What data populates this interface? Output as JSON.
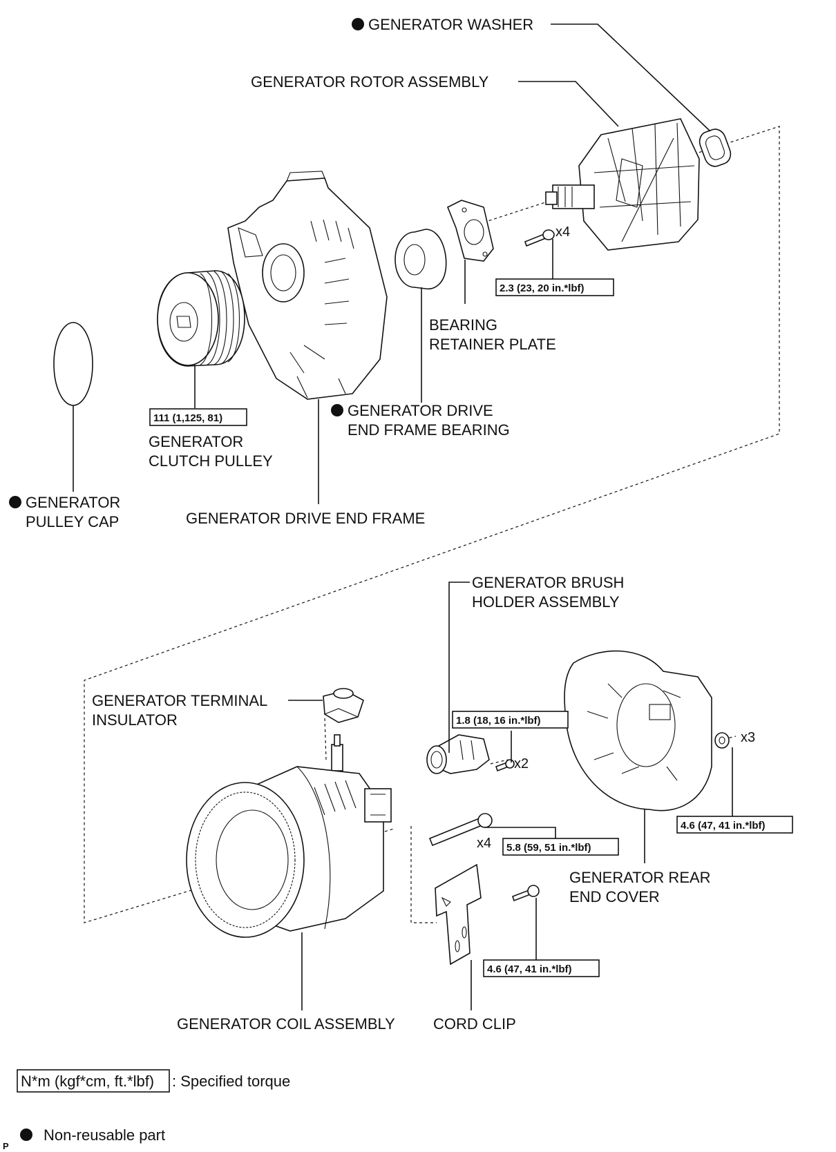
{
  "labels": {
    "generator_washer": "GENERATOR WASHER",
    "rotor_assembly": "GENERATOR ROTOR ASSEMBLY",
    "bearing_retainer_line1": "BEARING",
    "bearing_retainer_line2": "RETAINER PLATE",
    "drive_end_bearing_line1": "GENERATOR DRIVE",
    "drive_end_bearing_line2": "END FRAME BEARING",
    "clutch_pulley_line1": "GENERATOR",
    "clutch_pulley_line2": "CLUTCH PULLEY",
    "pulley_cap_line1": "GENERATOR",
    "pulley_cap_line2": "PULLEY CAP",
    "drive_end_frame": "GENERATOR DRIVE END FRAME",
    "brush_holder_line1": "GENERATOR BRUSH",
    "brush_holder_line2": "HOLDER ASSEMBLY",
    "terminal_insulator_line1": "GENERATOR TERMINAL",
    "terminal_insulator_line2": "INSULATOR",
    "rear_end_cover_line1": "GENERATOR REAR",
    "rear_end_cover_line2": "END COVER",
    "coil_assembly": "GENERATOR COIL ASSEMBLY",
    "cord_clip": "CORD CLIP"
  },
  "torques": {
    "retainer_screws": "2.3 (23, 20 in.*lbf)",
    "clutch_pulley": "111 (1,125, 81)",
    "brush_holder_screws": "1.8 (18, 16 in.*lbf)",
    "rear_cover_nuts": "4.6 (47, 41 in.*lbf)",
    "through_bolts": "5.8 (59, 51 in.*lbf)",
    "cord_clip_bolt": "4.6 (47, 41 in.*lbf)"
  },
  "quantities": {
    "retainer_screws": "x4",
    "brush_holder_screws": "x2",
    "rear_cover_nuts": "x3",
    "through_bolts": "x4"
  },
  "legend": {
    "torque_unit": "N*m (kgf*cm, ft.*lbf)",
    "torque_desc": ": Specified torque",
    "non_reusable": "Non-reusable part"
  },
  "corner_mark": "P"
}
